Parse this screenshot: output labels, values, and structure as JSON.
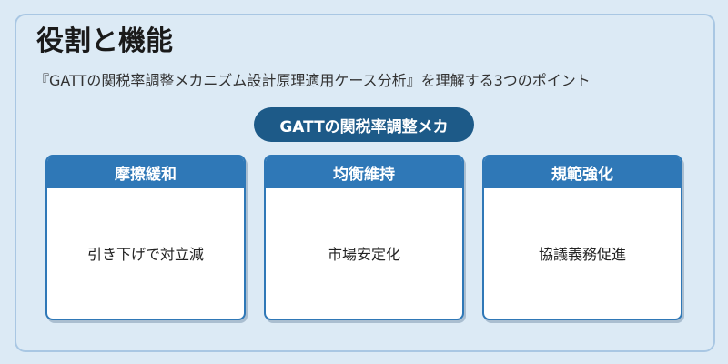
{
  "title": "役割と機能",
  "subtitle": "『GATTの関税率調整メカニズム設計原理適用ケース分析』を理解する3つのポイント",
  "center_label": "GATTの関税率調整メカ",
  "cards": [
    {
      "heading": "摩擦緩和",
      "body": "引き下げで対立減"
    },
    {
      "heading": "均衡維持",
      "body": "市場安定化"
    },
    {
      "heading": "規範強化",
      "body": "協議義務促進"
    }
  ],
  "colors": {
    "background": "#dceaf5",
    "frame_border": "#a9c7e3",
    "pill": "#1d5a88",
    "card_header": "#2f78b7",
    "card_body": "#ffffff"
  }
}
